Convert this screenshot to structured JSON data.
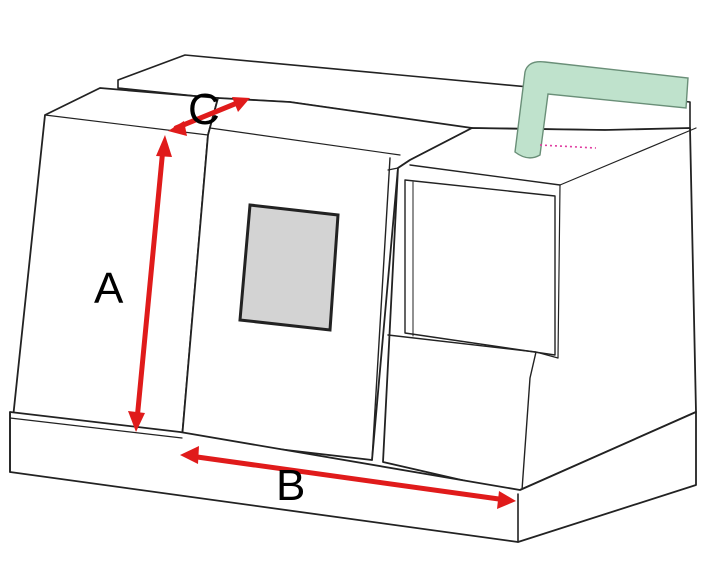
{
  "diagram": {
    "subject": "machine-enclosure",
    "labels": {
      "a": "A",
      "b": "B",
      "c": "C"
    },
    "colors": {
      "outline": "#222222",
      "panel": "#ffffff",
      "window": "#d3d3d3",
      "pipe": "#bfe2cc",
      "arrow": "#e01b1b",
      "dots": "#e03ca0"
    }
  }
}
